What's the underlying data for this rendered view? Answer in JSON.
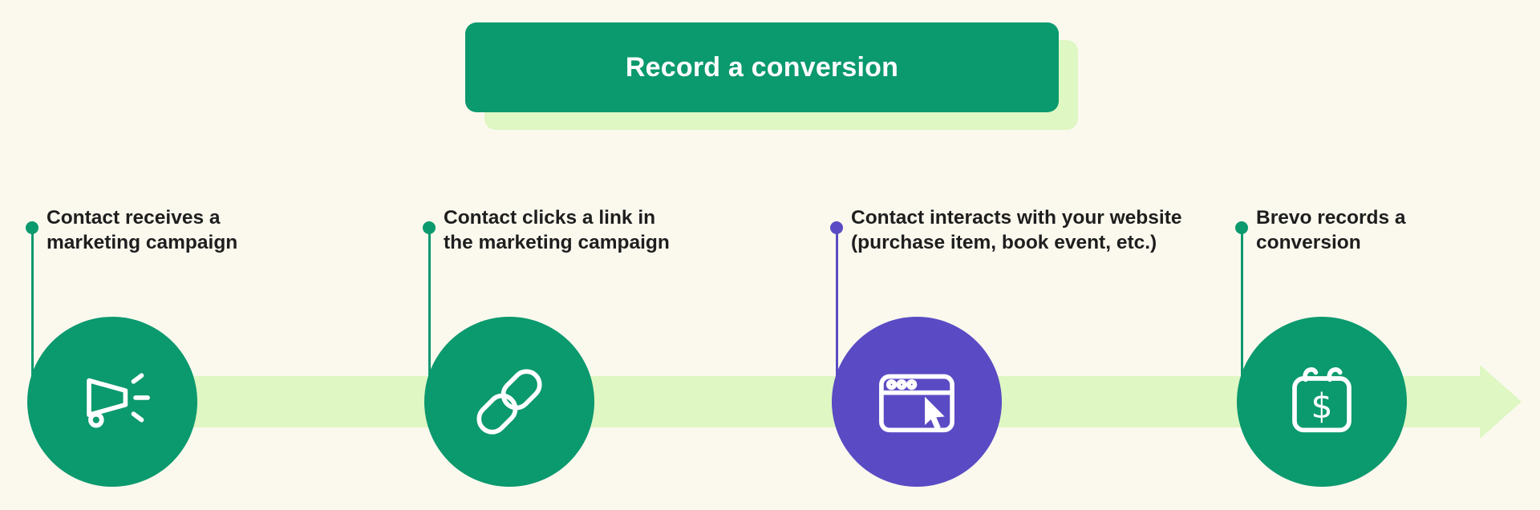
{
  "banner": {
    "label": "Record a conversion"
  },
  "colors": {
    "background": "#fbf9ee",
    "brand_green": "#0b996e",
    "light_green": "#def7c3",
    "purple": "#5a4bc4",
    "text": "#1e1e1e",
    "white": "#ffffff"
  },
  "steps": [
    {
      "label": "Contact receives a\nmarketing campaign",
      "accent": "green",
      "icon": "megaphone-icon"
    },
    {
      "label": "Contact clicks a link in\nthe marketing campaign",
      "accent": "green",
      "icon": "chain-link-icon"
    },
    {
      "label": "Contact interacts with your website\n(purchase item, book event, etc.)",
      "accent": "purple",
      "icon": "browser-cursor-icon"
    },
    {
      "label": "Brevo records a\nconversion",
      "accent": "green",
      "icon": "calendar-dollar-icon"
    }
  ]
}
